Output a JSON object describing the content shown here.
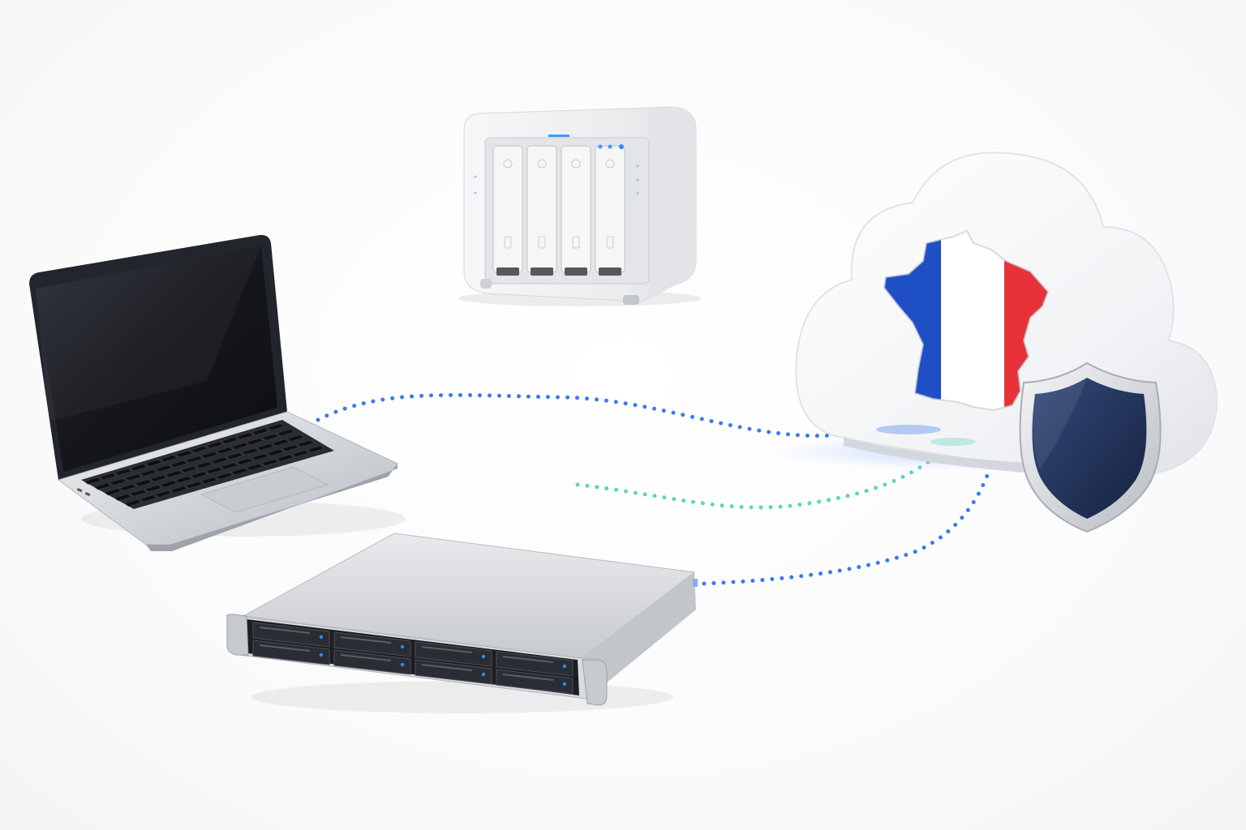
{
  "scene": {
    "description_free": true,
    "colors": {
      "background": "#ffffff",
      "link_blue": "#3b7be8",
      "link_teal": "#5ed6b8",
      "flag_blue": "#1f4fc4",
      "flag_white": "#ffffff",
      "flag_red": "#e8323a",
      "shield_navy": "#1e2f55",
      "aluminium": "#c9ccd1",
      "screen_dark": "#15171c",
      "led_blue": "#2f8bff"
    },
    "objects": [
      {
        "name": "laptop",
        "icon": "laptop-icon"
      },
      {
        "name": "nas-4-bay",
        "icon": "nas-icon",
        "bays": 4
      },
      {
        "name": "rack-server",
        "icon": "rack-server-icon",
        "drive_bays": 8
      },
      {
        "name": "cloud",
        "icon": "cloud-icon"
      },
      {
        "name": "france-flag-map",
        "icon": "france-map-icon"
      },
      {
        "name": "security-shield",
        "icon": "shield-icon"
      }
    ],
    "connections": [
      {
        "from": "laptop",
        "to": "cloud",
        "color": "link_blue"
      },
      {
        "from": "teal-origin",
        "to": "cloud",
        "color": "link_teal"
      },
      {
        "from": "rack-server",
        "to": "cloud",
        "color": "link_blue"
      }
    ]
  }
}
